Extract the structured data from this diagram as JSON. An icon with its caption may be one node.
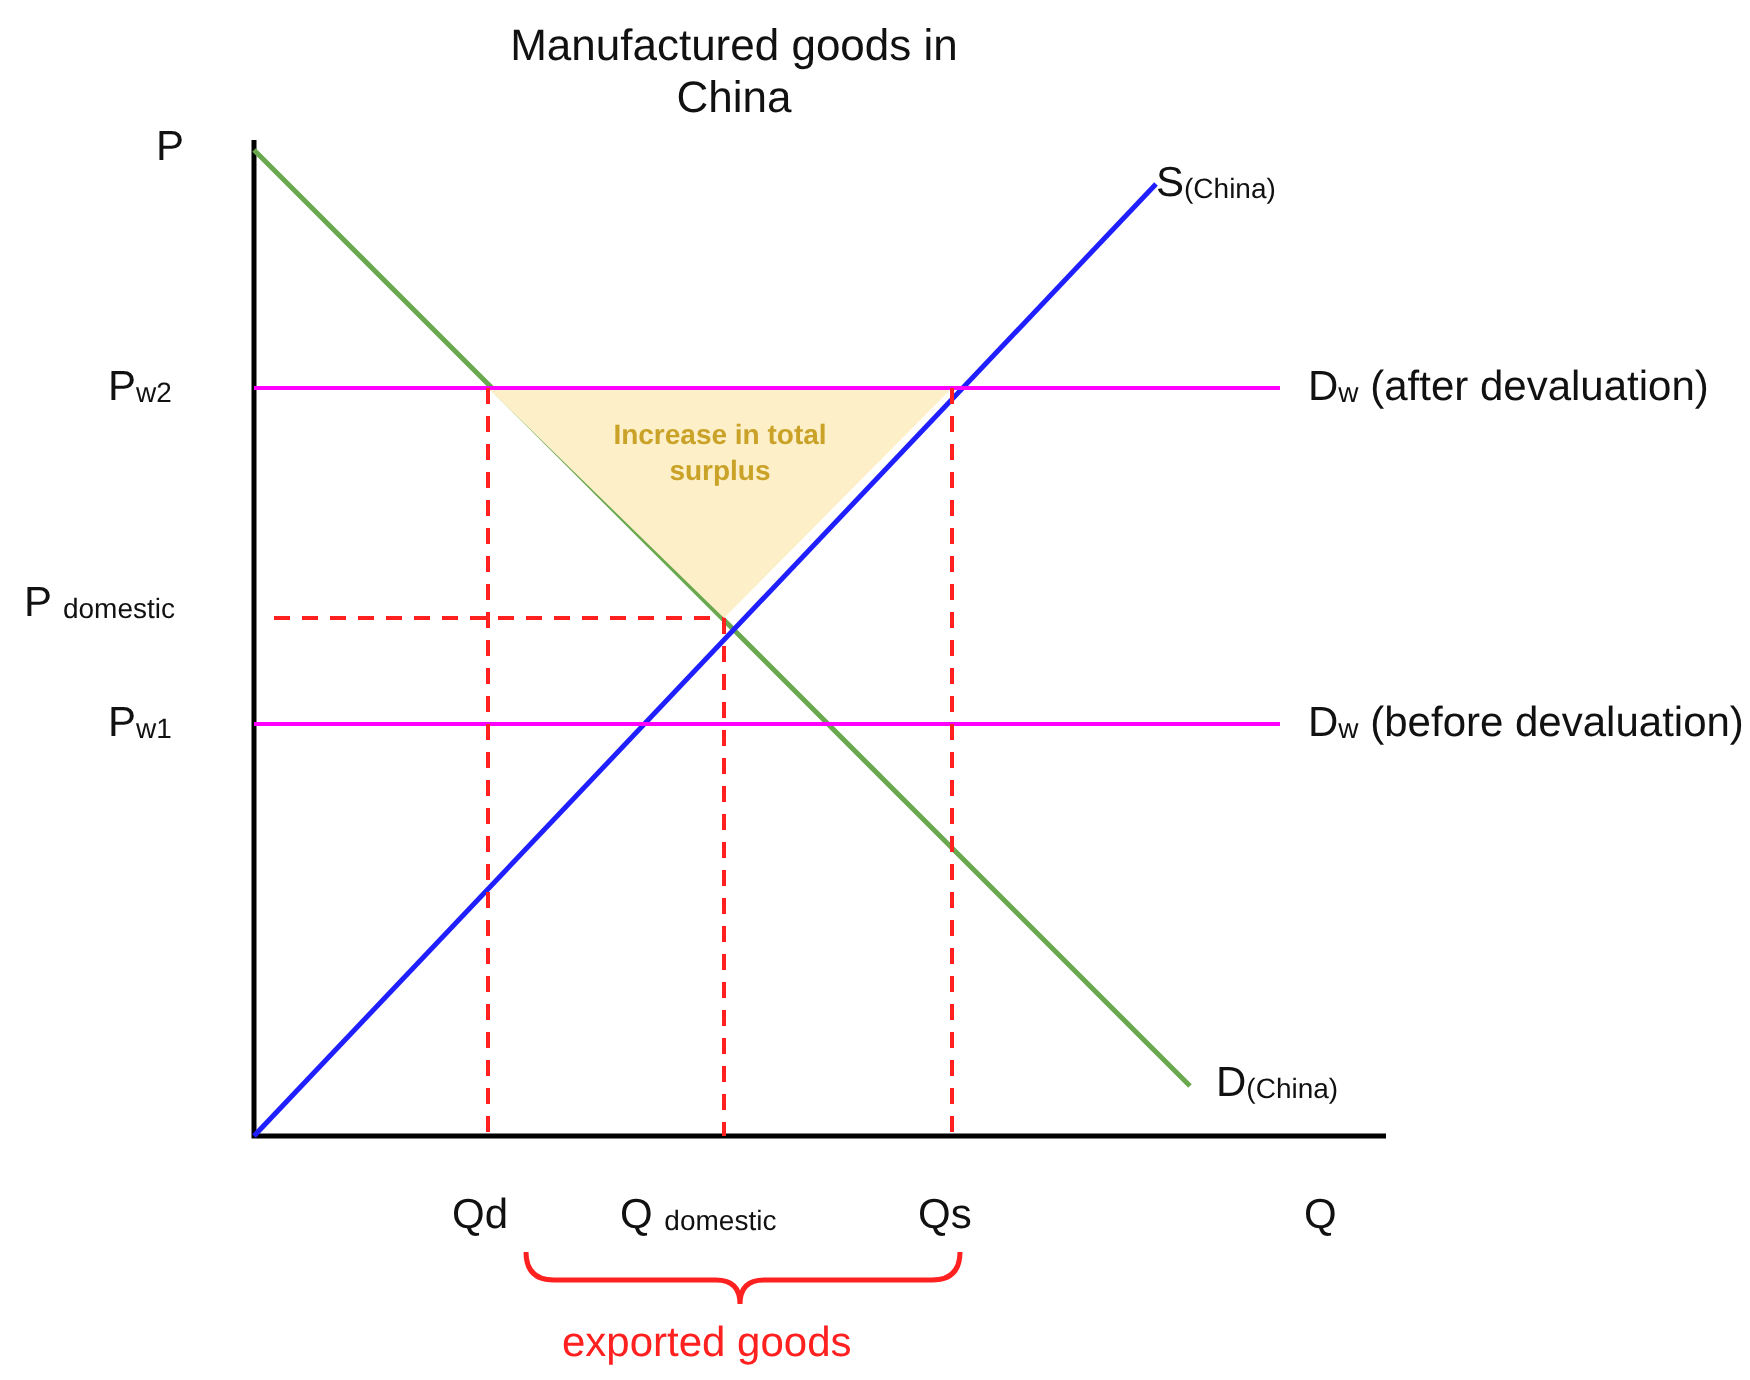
{
  "diagram": {
    "title": "Manufactured goods in China",
    "nodes": [
      {
        "text": [
          "Increase in total surplus"
        ]
      }
    ],
    "labels": [
      "P",
      "S$_{(China)}$",
      "P$_{w2}$",
      "D$_{w}$ (after devaluation)",
      "P $_{domestic}$",
      "P$_{w1}$",
      "D$_{w}$ (before devaluation)",
      "D$_{(China)}$",
      "Qd",
      "Q $_{domestic}$",
      "Qs",
      "Q",
      "exported goods"
    ]
  }
}
